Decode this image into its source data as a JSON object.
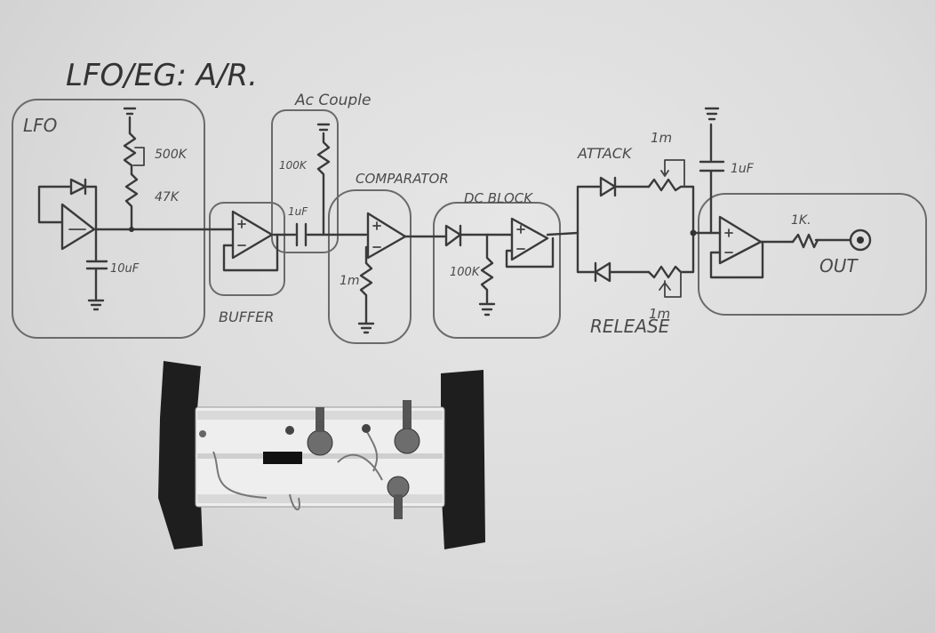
{
  "title": "LFO/EG: A/R.",
  "blocks": {
    "lfo": "LFO",
    "ac_couple": "Ac Couple",
    "buffer": "BUFFER",
    "comparator": "COMPARATOR",
    "dc_block": "DC BLOCK",
    "attack": "ATTACK",
    "release": "RELEASE",
    "out": "OUT"
  },
  "components": {
    "r_500k": "500K",
    "r_47k": "47K",
    "c_10uf": "10uF",
    "r_100k": "100K",
    "c_1uf_couple": "1uF",
    "r_1m_comp": "1m",
    "r_100k_dc": "100K",
    "r_1m_attack": "1m",
    "r_1m_release": "1m",
    "c_1uf_out": "1uF",
    "r_1k": "1K."
  }
}
